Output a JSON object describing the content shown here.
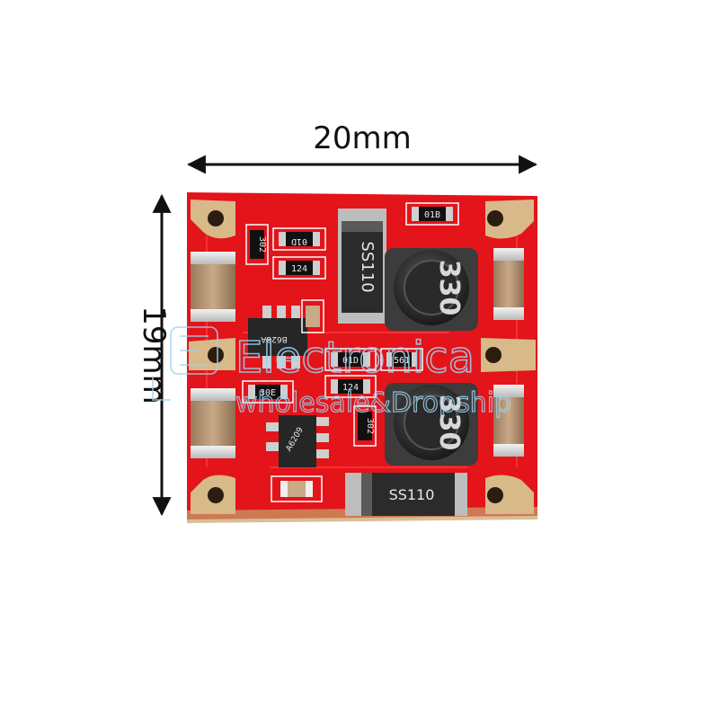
{
  "dimensions": {
    "width_label": "20mm",
    "height_label": "19mm"
  },
  "board": {
    "pcb_color": "#e3141a",
    "pad_color": "#d8b98a",
    "resistor_codes": {
      "r_top_right": "01B",
      "r_302_top": "302",
      "r_01d_top": "01D",
      "r_124_top": "124",
      "r_01d_mid": "01D",
      "r_561": "561",
      "r_30e": "30E",
      "r_124_mid": "124",
      "r_302_bot": "302"
    },
    "diode_top_label": "SS110",
    "diode_bottom_label": "SS110",
    "inductor_top_label": "330",
    "inductor_bottom_label": "330",
    "ic_top_label": "B628A",
    "ic_bottom_label": "A6209"
  },
  "watermark": {
    "main": "Electronica",
    "sub": "wholesale&Dropship"
  }
}
